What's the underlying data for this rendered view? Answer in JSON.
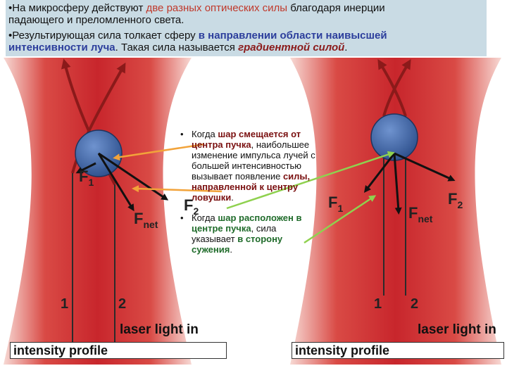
{
  "header": {
    "line1": {
      "pre": "•На микросферу действуют ",
      "highlight": "две разных оптических силы",
      "post": " благодаря инерции"
    },
    "line2": "падающего и преломленного света.",
    "line3": {
      "pre": "•Результирующая сила толкает сферу ",
      "highlight": "в направлении области наивысшей"
    },
    "line4": {
      "highlight": "интенсивности луча",
      "mid": ". Такая сила называется ",
      "term": "градиентной силой",
      "post": "."
    }
  },
  "middle": {
    "bullet": "•",
    "b1": [
      {
        "pre": "Когда ",
        "bold": "шар смещается от"
      },
      {
        "bold": "центра пучка",
        "post": ", наибольшее"
      },
      {
        "text": "изменение импульса лучей с"
      },
      {
        "text": "большей интенсивностью"
      },
      {
        "pre": "вызывает появление ",
        "bold": "силы,"
      },
      {
        "bold": "направленной к центру"
      },
      {
        "bold": "ловушки",
        "post": "."
      }
    ],
    "b2": [
      {
        "pre": "Когда ",
        "bold": "шар расположен в"
      },
      {
        "bold": "центре пучка",
        "post": ", сила"
      },
      {
        "pre": "указывает ",
        "bold": "в сторону"
      },
      {
        "bold": "сужения",
        "post": "."
      }
    ]
  },
  "labels": {
    "f1_left": {
      "main": "F",
      "sub": "1"
    },
    "fnet_left": {
      "main": "F",
      "sub": "net"
    },
    "f2_mid": {
      "main": "F",
      "sub": "2"
    },
    "f1_right": {
      "main": "F",
      "sub": "1"
    },
    "fnet_right": {
      "main": "F",
      "sub": "net"
    },
    "f2_right": {
      "main": "F",
      "sub": "2"
    },
    "ray1_left": "1",
    "ray2_left": "2",
    "ray1_right": "1",
    "ray2_right": "2",
    "laser_left": "laser light in",
    "laser_right": "laser light in",
    "profile_left": "intensity profile",
    "profile_right": "intensity profile"
  },
  "colors": {
    "beam": "#c8262c",
    "beam_light": "#f7d9d4",
    "sphere": "#3f68a8",
    "ray": "#8b1a1a",
    "force": "#111111",
    "orange_pointer": "#f2a33a",
    "green_pointer": "#8fd14f",
    "header_bg": "#c9dbe4"
  }
}
